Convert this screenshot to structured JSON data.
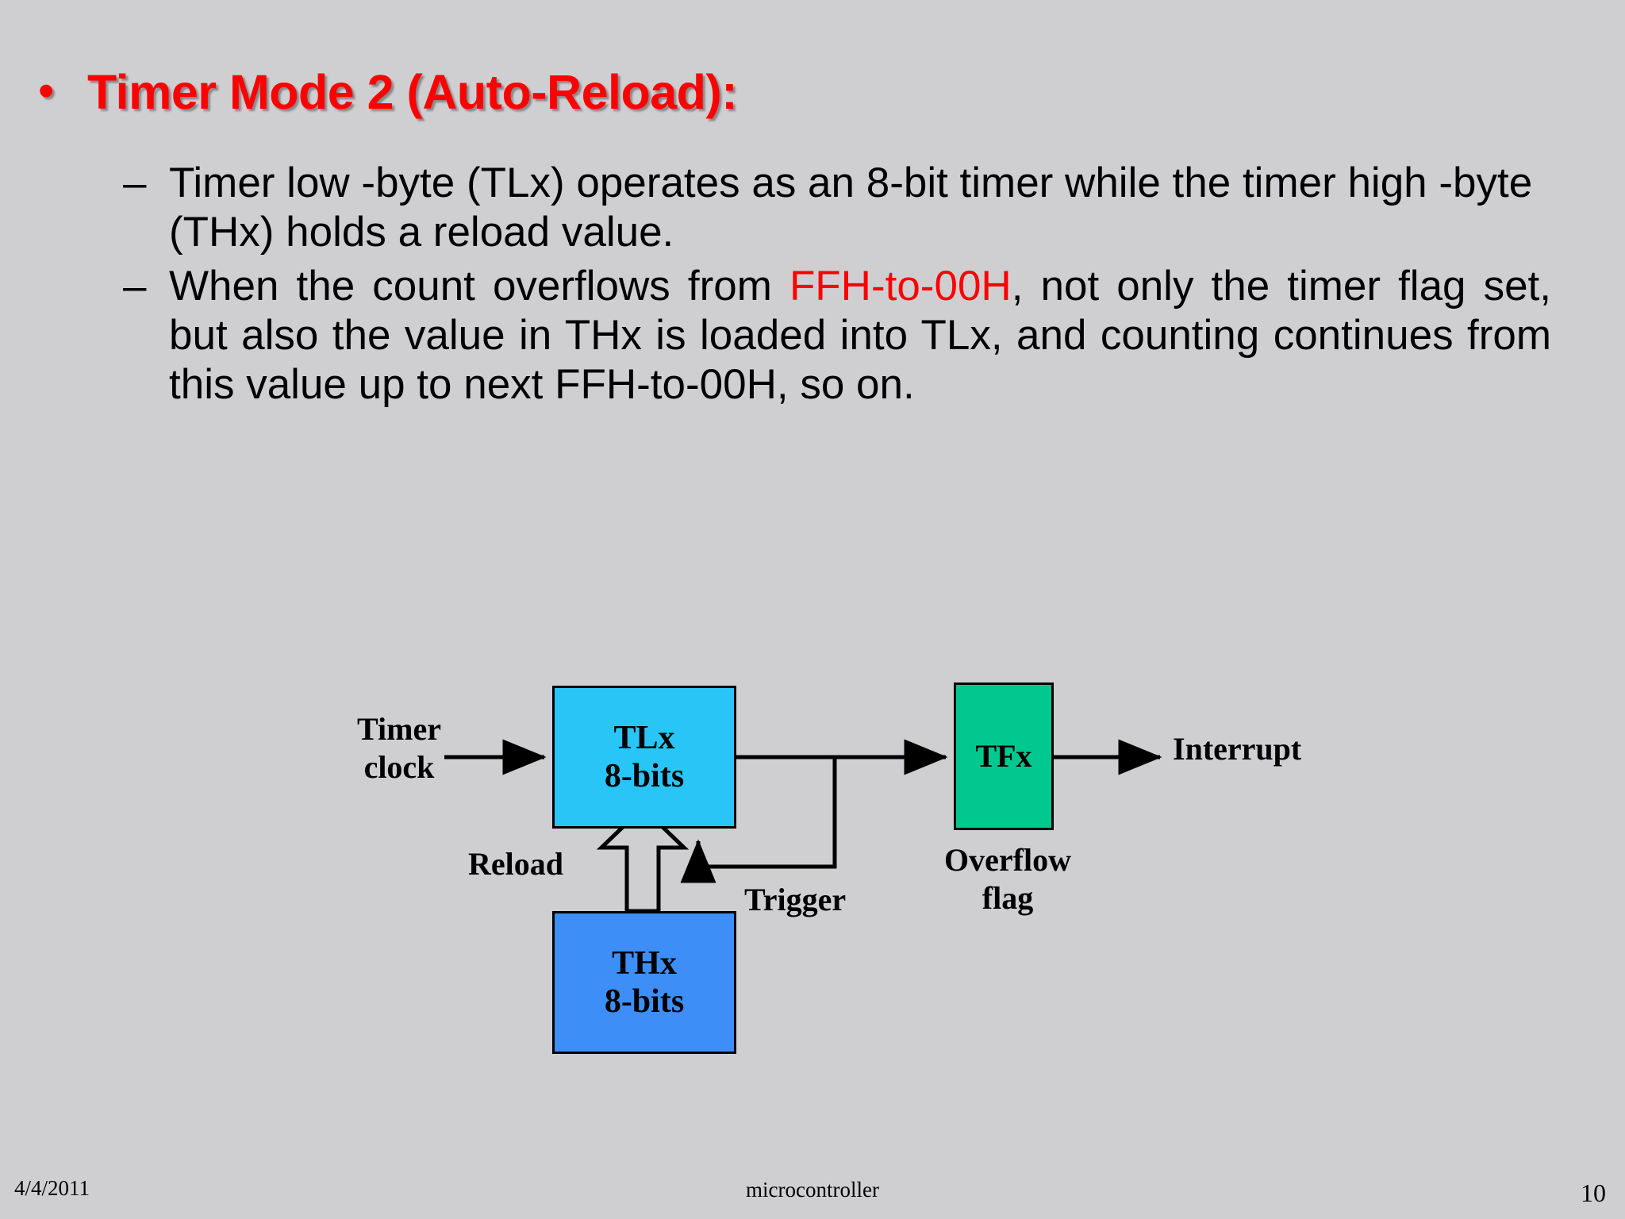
{
  "slide": {
    "background_color": "#cfcfd2",
    "title": {
      "bullet": "•",
      "text": "Timer Mode 2 (Auto-Reload):",
      "color": "#ff0000"
    },
    "bullets": [
      {
        "dash": "–",
        "text": "Timer low -byte (TLx) operates as an 8-bit timer while the timer high -byte (THx) holds a reload value."
      },
      {
        "dash": "–",
        "pre": "When the count overflows from ",
        "highlight": "FFH-to-00H",
        "highlight_color": "#ff0000",
        "post": ", not only the timer flag set, but also the value in THx is loaded into TLx, and counting continues from this value up to next FFH-to-00H, so on."
      }
    ],
    "diagram": {
      "nodes": [
        {
          "id": "tlx",
          "line1": "TLx",
          "line2": "8-bits",
          "color": "#29c5f6"
        },
        {
          "id": "thx",
          "line1": "THx",
          "line2": "8-bits",
          "color": "#3d8ef7"
        },
        {
          "id": "tfx",
          "line1": "TFx",
          "line2": "",
          "color": "#00c88e"
        }
      ],
      "labels": {
        "timer_clock_line1": "Timer",
        "timer_clock_line2": "clock",
        "interrupt": "Interrupt",
        "reload": "Reload",
        "trigger": "Trigger",
        "overflow_line1": "Overflow",
        "overflow_line2": "flag"
      }
    },
    "footer": {
      "date": "4/4/2011",
      "center": "microcontroller",
      "page": "10"
    }
  }
}
